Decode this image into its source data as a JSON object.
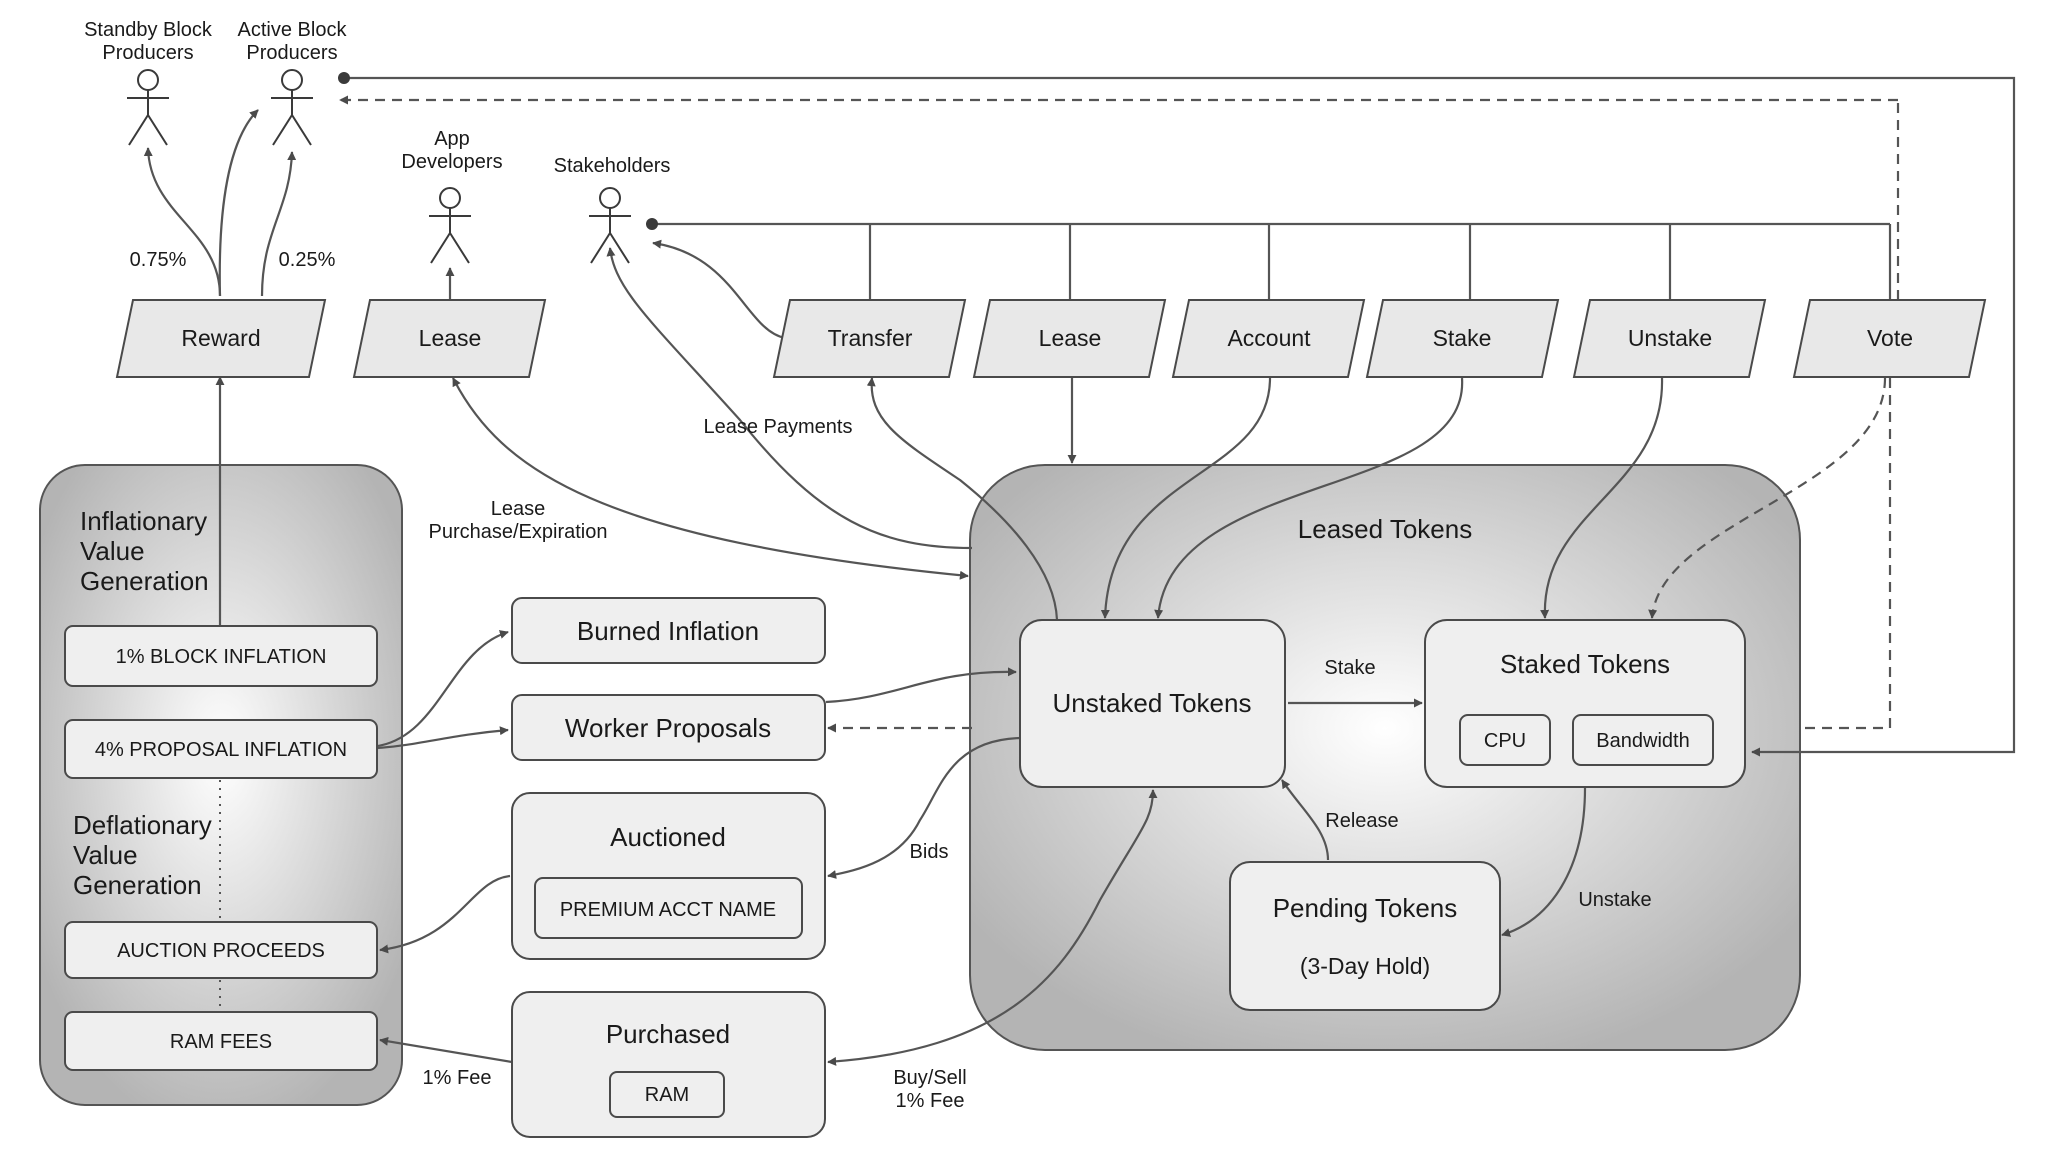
{
  "actors": {
    "standby": "Standby Block\nProducers",
    "active": "Active Block\nProducers",
    "app_developers": "App\nDevelopers",
    "stakeholders": "Stakeholders"
  },
  "actions": {
    "reward": "Reward",
    "lease_left": "Lease",
    "transfer": "Transfer",
    "lease": "Lease",
    "account": "Account",
    "stake": "Stake",
    "unstake": "Unstake",
    "vote": "Vote"
  },
  "left_panel": {
    "inflationary": "Inflationary\nValue\nGeneration",
    "deflationary": "Deflationary\nValue\nGeneration",
    "block_inflation": "1% BLOCK INFLATION",
    "proposal_inflation": "4% PROPOSAL INFLATION",
    "auction_proceeds": "AUCTION PROCEEDS",
    "ram_fees": "RAM FEES"
  },
  "middle": {
    "burned_inflation": "Burned Inflation",
    "worker_proposals": "Worker Proposals",
    "auctioned": "Auctioned",
    "premium_acct_name": "PREMIUM ACCT NAME",
    "purchased": "Purchased",
    "ram": "RAM"
  },
  "leased": {
    "title": "Leased Tokens",
    "unstaked": "Unstaked Tokens",
    "staked": "Staked Tokens",
    "cpu": "CPU",
    "bandwidth": "Bandwidth",
    "pending": "Pending Tokens",
    "pending_sub": "(3-Day Hold)"
  },
  "edge_labels": {
    "standby_pct": "0.75%",
    "active_pct": "0.25%",
    "lease_payments": "Lease Payments",
    "lease_purchase": "Lease\nPurchase/Expiration",
    "stake": "Stake",
    "release": "Release",
    "unstake": "Unstake",
    "bids": "Bids",
    "fee": "1% Fee",
    "buy_sell": "Buy/Sell\n1% Fee"
  },
  "colors": {
    "panel_center": "#ffffff",
    "panel_edge": "#b4b4b4",
    "box_fill": "#efefef",
    "line": "#555555"
  }
}
